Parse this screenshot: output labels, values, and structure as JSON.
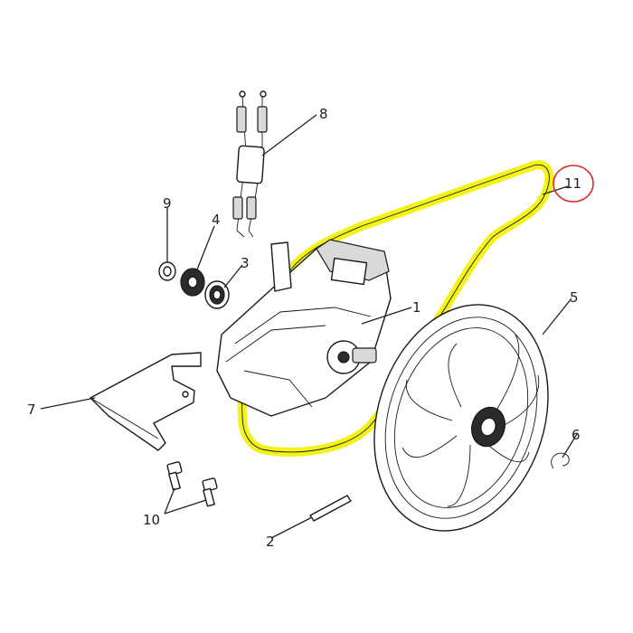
{
  "callouts": {
    "c1": "1",
    "c2": "2",
    "c3": "3",
    "c4": "4",
    "c5": "5",
    "c6": "6",
    "c7": "7",
    "c8": "8",
    "c9": "9",
    "c10": "10",
    "c11": "11"
  },
  "colors": {
    "belt_highlight": "#f2f200",
    "circle_highlight": "#e02020",
    "line": "#1a1a1a"
  },
  "icons": {
    "gearbox": "gearbox-icon",
    "wheel": "wheel-icon",
    "cable": "cable-icon"
  }
}
